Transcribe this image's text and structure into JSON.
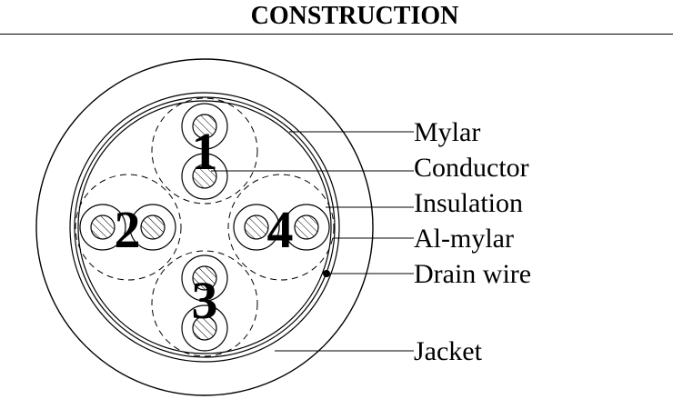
{
  "title": "CONSTRUCTION",
  "pairs": [
    "1",
    "2",
    "3",
    "4"
  ],
  "labels": {
    "mylar": "Mylar",
    "conductor": "Conductor",
    "insulation": "Insulation",
    "al_mylar": "Al-mylar",
    "drain_wire": "Drain wire",
    "jacket": "Jacket"
  }
}
